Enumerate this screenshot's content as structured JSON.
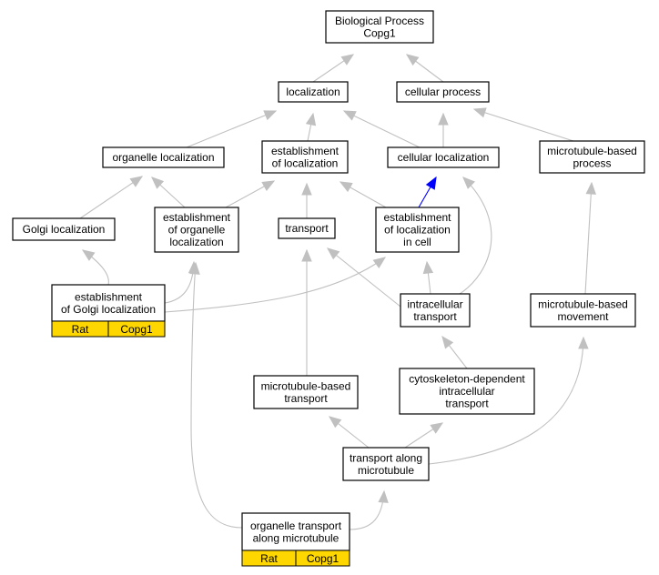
{
  "colors": {
    "edge_default": "#c0c0c0",
    "edge_highlight": "#0000ff",
    "node_border": "#000000",
    "node_fill": "#ffffff",
    "tag_fill": "#ffd700"
  },
  "nodes": [
    {
      "id": "bp",
      "lines": [
        "Biological Process",
        "Copg1"
      ]
    },
    {
      "id": "loc",
      "lines": [
        "localization"
      ]
    },
    {
      "id": "cp",
      "lines": [
        "cellular process"
      ]
    },
    {
      "id": "orgloc",
      "lines": [
        "organelle localization"
      ]
    },
    {
      "id": "estloc",
      "lines": [
        "establishment",
        "of localization"
      ]
    },
    {
      "id": "cellloc",
      "lines": [
        "cellular localization"
      ]
    },
    {
      "id": "mtbp",
      "lines": [
        "microtubule-based",
        "process"
      ]
    },
    {
      "id": "golgiloc",
      "lines": [
        "Golgi localization"
      ]
    },
    {
      "id": "estorgloc",
      "lines": [
        "establishment",
        "of organelle",
        "localization"
      ]
    },
    {
      "id": "transport",
      "lines": [
        "transport"
      ]
    },
    {
      "id": "estloccell",
      "lines": [
        "establishment",
        "of localization",
        "in cell"
      ]
    },
    {
      "id": "estgolgi",
      "lines": [
        "establishment",
        "of Golgi localization"
      ],
      "tags": [
        "Rat",
        "Copg1"
      ]
    },
    {
      "id": "intra",
      "lines": [
        "intracellular",
        "transport"
      ]
    },
    {
      "id": "mtbm",
      "lines": [
        "microtubule-based",
        "movement"
      ]
    },
    {
      "id": "mtbt",
      "lines": [
        "microtubule-based",
        "transport"
      ]
    },
    {
      "id": "cdit",
      "lines": [
        "cytoskeleton-dependent",
        "intracellular",
        "transport"
      ]
    },
    {
      "id": "tam",
      "lines": [
        "transport along",
        "microtubule"
      ]
    },
    {
      "id": "otam",
      "lines": [
        "organelle transport",
        "along microtubule"
      ],
      "tags": [
        "Rat",
        "Copg1"
      ]
    }
  ],
  "edges": [
    {
      "from": "loc",
      "to": "bp"
    },
    {
      "from": "cp",
      "to": "bp"
    },
    {
      "from": "orgloc",
      "to": "loc"
    },
    {
      "from": "estloc",
      "to": "loc"
    },
    {
      "from": "cellloc",
      "to": "loc"
    },
    {
      "from": "cellloc",
      "to": "cp"
    },
    {
      "from": "mtbp",
      "to": "cp"
    },
    {
      "from": "golgiloc",
      "to": "orgloc"
    },
    {
      "from": "estorgloc",
      "to": "orgloc"
    },
    {
      "from": "estorgloc",
      "to": "estloc"
    },
    {
      "from": "transport",
      "to": "estloc"
    },
    {
      "from": "estloccell",
      "to": "estloc"
    },
    {
      "from": "estloccell",
      "to": "cellloc",
      "highlight": true
    },
    {
      "from": "estgolgi",
      "to": "golgiloc"
    },
    {
      "from": "estgolgi",
      "to": "estorgloc"
    },
    {
      "from": "estgolgi",
      "to": "estloccell"
    },
    {
      "from": "intra",
      "to": "transport"
    },
    {
      "from": "intra",
      "to": "estloccell"
    },
    {
      "from": "intra",
      "to": "cellloc"
    },
    {
      "from": "mtbm",
      "to": "mtbp"
    },
    {
      "from": "mtbt",
      "to": "transport"
    },
    {
      "from": "cdit",
      "to": "intra"
    },
    {
      "from": "tam",
      "to": "mtbt"
    },
    {
      "from": "tam",
      "to": "cdit"
    },
    {
      "from": "tam",
      "to": "mtbm"
    },
    {
      "from": "otam",
      "to": "tam"
    },
    {
      "from": "otam",
      "to": "estorgloc"
    }
  ]
}
